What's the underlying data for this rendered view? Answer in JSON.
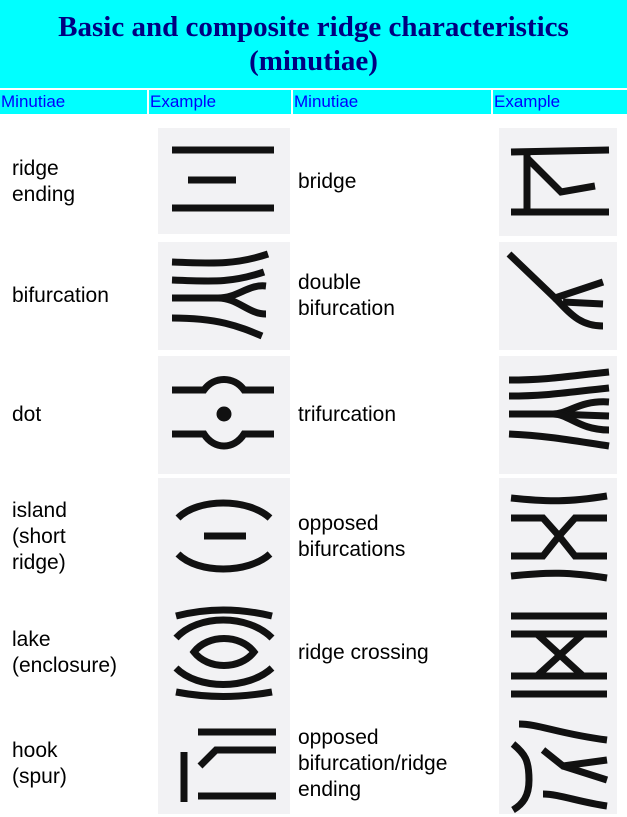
{
  "title": "Basic and composite ridge characteristics (minutiae)",
  "columns": [
    "Minutiae",
    "Example",
    "Minutiae",
    "Example"
  ],
  "rows": [
    {
      "left_label": "ridge\nending",
      "left_icon": "ridge-ending-example",
      "right_label": "bridge",
      "right_icon": "bridge-example"
    },
    {
      "left_label": "bifurcation",
      "left_icon": "bifurcation-example",
      "right_label": "double\nbifurcation",
      "right_icon": "double-bifurcation-example"
    },
    {
      "left_label": "dot",
      "left_icon": "dot-example",
      "right_label": "trifurcation",
      "right_icon": "trifurcation-example"
    },
    {
      "left_label": "island\n(short\nridge)",
      "left_icon": "island-example",
      "right_label": "opposed\nbifurcations",
      "right_icon": "opposed-bifurcations-example"
    },
    {
      "left_label": "lake\n(enclosure)",
      "left_icon": "lake-example",
      "right_label": "ridge crossing",
      "right_icon": "ridge-crossing-example"
    },
    {
      "left_label": "hook\n(spur)",
      "left_icon": "hook-example",
      "right_label": "opposed\nbifurcation/ridge\nending",
      "right_icon": "opposed-bifurcation-ridge-ending-example"
    }
  ]
}
